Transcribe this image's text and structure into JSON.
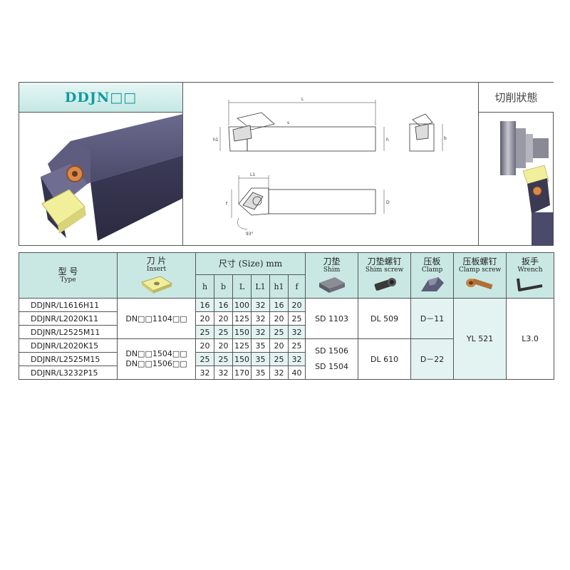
{
  "header": {
    "title": "DDJN□□",
    "cutting_title": "切削狀態"
  },
  "drawing": {
    "labels": {
      "L": "L",
      "h1": "h1",
      "h": "h",
      "b": "b",
      "L1": "L1",
      "f": "f",
      "D": "D",
      "angle": "93°",
      "s": "s"
    }
  },
  "table": {
    "head": {
      "type_cn": "型 号",
      "type_en": "Type",
      "insert_cn": "刀 片",
      "insert_en": "Insert",
      "size_label": "尺寸 (Size) mm",
      "shim_cn": "刀垫",
      "shim_en": "Shim",
      "shim_screw_cn": "刀垫螺钉",
      "shim_screw_en": "Shim screw",
      "clamp_cn": "压板",
      "clamp_en": "Clamp",
      "clamp_screw_cn": "压板螺钉",
      "clamp_screw_en": "Clamp screw",
      "wrench_cn": "扳手",
      "wrench_en": "Wrench",
      "dims": [
        "h",
        "b",
        "L",
        "L1",
        "h1",
        "f"
      ]
    },
    "rows": [
      {
        "type": "DDJNR/L1616H11",
        "dims": [
          "16",
          "16",
          "100",
          "32",
          "16",
          "20"
        ]
      },
      {
        "type": "DDJNR/L2020K11",
        "dims": [
          "20",
          "20",
          "125",
          "32",
          "20",
          "25"
        ]
      },
      {
        "type": "DDJNR/L2525M11",
        "dims": [
          "25",
          "25",
          "150",
          "32",
          "25",
          "32"
        ]
      },
      {
        "type": "DDJNR/L2020K15",
        "dims": [
          "20",
          "20",
          "125",
          "35",
          "20",
          "25"
        ]
      },
      {
        "type": "DDJNR/L2525M15",
        "dims": [
          "25",
          "25",
          "150",
          "35",
          "25",
          "32"
        ]
      },
      {
        "type": "DDJNR/L3232P15",
        "dims": [
          "32",
          "32",
          "170",
          "35",
          "32",
          "40"
        ]
      }
    ],
    "group1": {
      "insert": "DN□□1104□□",
      "shim": "SD 1103",
      "shim_screw": "DL 509",
      "clamp": "D－11"
    },
    "group2": {
      "insert_a": "DN□□1504□□",
      "insert_b": "DN□□1506□□",
      "shim_a": "SD 1506",
      "shim_b": "SD 1504",
      "shim_screw": "DL 610",
      "clamp": "D－22"
    },
    "shared": {
      "clamp_screw": "YL 521",
      "wrench": "L3.0"
    }
  },
  "colors": {
    "header_fill": "#c9e8e4",
    "title_text": "#129aa0",
    "tool_body": "#4b4a6a",
    "insert_yellow": "#f2ef9a"
  }
}
